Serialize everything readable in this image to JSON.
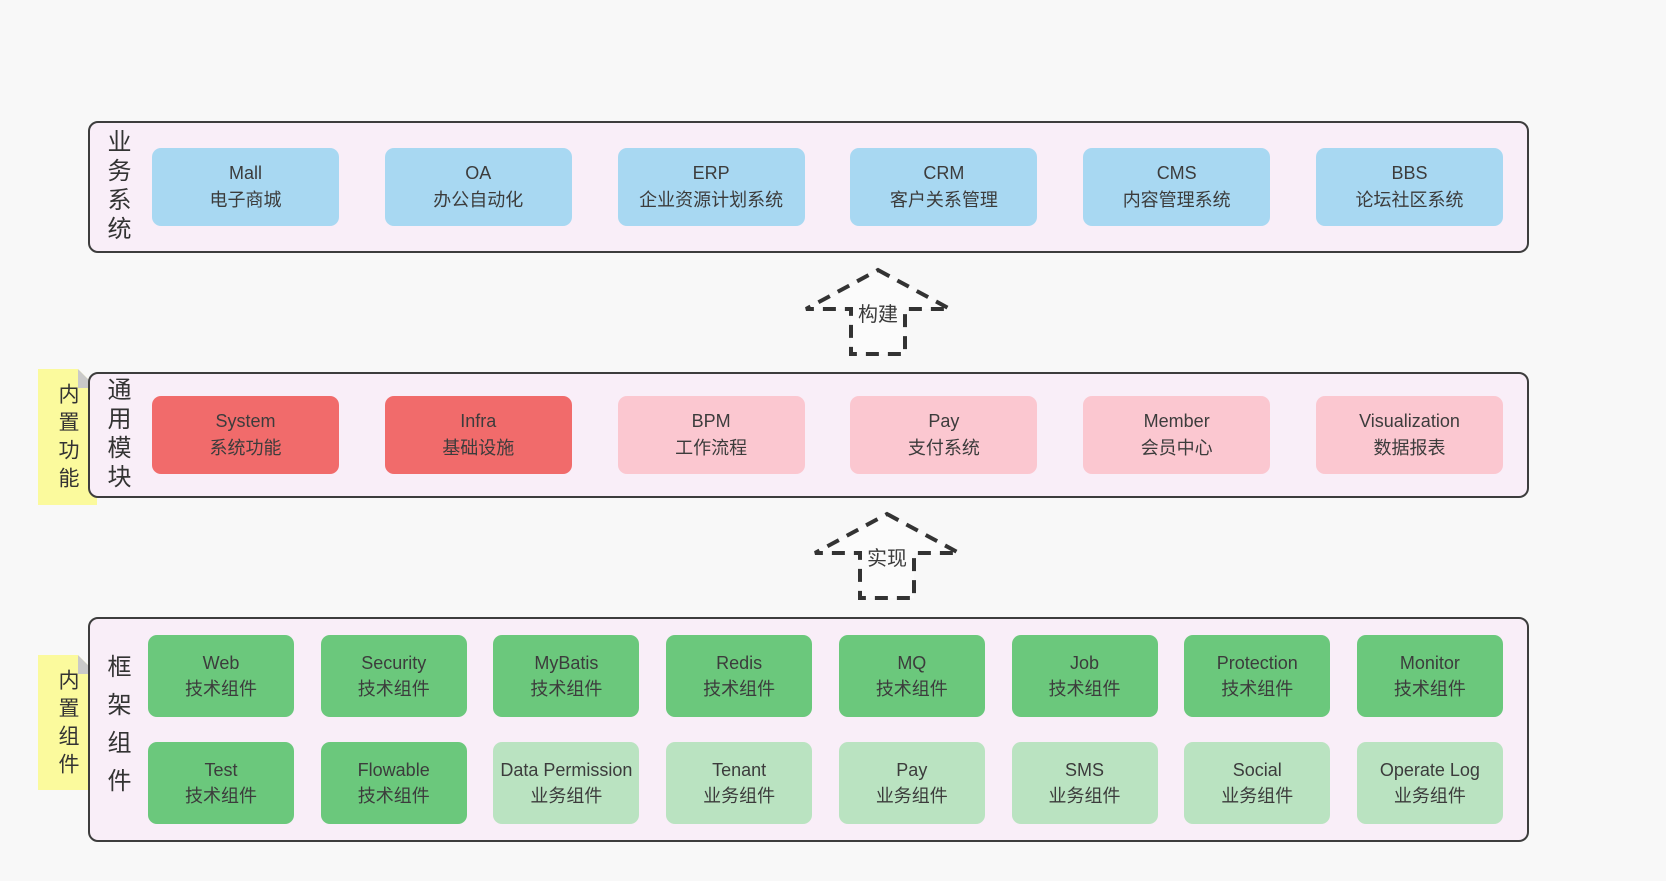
{
  "colors": {
    "page_bg": "#f8f8f8",
    "panel_bg": "#f9eef8",
    "panel_border": "#3d3d3d",
    "blue_box": "#a8d8f2",
    "red_box": "#f16b6b",
    "pink_box": "#fbc7d0",
    "green_box": "#6bc87c",
    "light_green_box": "#bae3c1",
    "sticky_yellow": "#fbfa9d",
    "sticky_fold": "#c9c9c9",
    "text": "#3c3c3c"
  },
  "business": {
    "label": "业务系统",
    "boxes": [
      {
        "name": "Mall",
        "desc": "电子商城",
        "type": "blue"
      },
      {
        "name": "OA",
        "desc": "办公自动化",
        "type": "blue"
      },
      {
        "name": "ERP",
        "desc": "企业资源计划系统",
        "type": "blue"
      },
      {
        "name": "CRM",
        "desc": "客户关系管理",
        "type": "blue"
      },
      {
        "name": "CMS",
        "desc": "内容管理系统",
        "type": "blue"
      },
      {
        "name": "BBS",
        "desc": "论坛社区系统",
        "type": "blue"
      }
    ]
  },
  "arrow_build": {
    "label": "构建"
  },
  "modules": {
    "label": "通用模块",
    "sticky": "内置功能",
    "boxes": [
      {
        "name": "System",
        "desc": "系统功能",
        "type": "red"
      },
      {
        "name": "Infra",
        "desc": "基础设施",
        "type": "red"
      },
      {
        "name": "BPM",
        "desc": "工作流程",
        "type": "pink"
      },
      {
        "name": "Pay",
        "desc": "支付系统",
        "type": "pink"
      },
      {
        "name": "Member",
        "desc": "会员中心",
        "type": "pink"
      },
      {
        "name": "Visualization",
        "desc": "数据报表",
        "type": "pink"
      }
    ]
  },
  "arrow_implement": {
    "label": "实现"
  },
  "components": {
    "label": "框架组件",
    "sticky": "内置组件",
    "row1": [
      {
        "name": "Web",
        "desc": "技术组件",
        "type": "green"
      },
      {
        "name": "Security",
        "desc": "技术组件",
        "type": "green"
      },
      {
        "name": "MyBatis",
        "desc": "技术组件",
        "type": "green"
      },
      {
        "name": "Redis",
        "desc": "技术组件",
        "type": "green"
      },
      {
        "name": "MQ",
        "desc": "技术组件",
        "type": "green"
      },
      {
        "name": "Job",
        "desc": "技术组件",
        "type": "green"
      },
      {
        "name": "Protection",
        "desc": "技术组件",
        "type": "green"
      },
      {
        "name": "Monitor",
        "desc": "技术组件",
        "type": "green"
      }
    ],
    "row2": [
      {
        "name": "Test",
        "desc": "技术组件",
        "type": "green"
      },
      {
        "name": "Flowable",
        "desc": "技术组件",
        "type": "green"
      },
      {
        "name": "Data Permission",
        "desc": "业务组件",
        "type": "lightgreen"
      },
      {
        "name": "Tenant",
        "desc": "业务组件",
        "type": "lightgreen"
      },
      {
        "name": "Pay",
        "desc": "业务组件",
        "type": "lightgreen"
      },
      {
        "name": "SMS",
        "desc": "业务组件",
        "type": "lightgreen"
      },
      {
        "name": "Social",
        "desc": "业务组件",
        "type": "lightgreen"
      },
      {
        "name": "Operate Log",
        "desc": "业务组件",
        "type": "lightgreen"
      }
    ]
  }
}
